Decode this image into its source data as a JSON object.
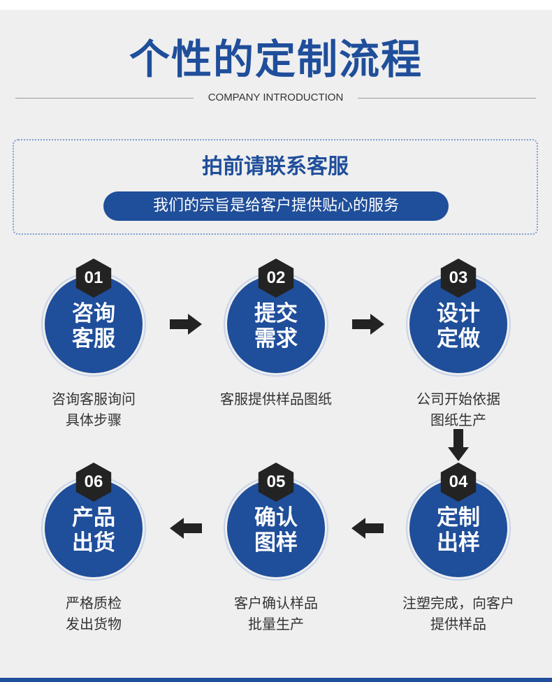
{
  "header": {
    "title": "个性的定制流程",
    "subtitle": "COMPANY INTRODUCTION"
  },
  "notice": {
    "title": "拍前请联系客服",
    "slogan": "我们的宗旨是给客户提供贴心的服务"
  },
  "colors": {
    "brand_blue": "#1f4e9a",
    "badge_black": "#232323",
    "background": "#efefef"
  },
  "steps": [
    {
      "number": "01",
      "title_line1": "咨询",
      "title_line2": "客服",
      "desc_line1": "咨询客服询问",
      "desc_line2": "具体步骤"
    },
    {
      "number": "02",
      "title_line1": "提交",
      "title_line2": "需求",
      "desc_line1": "客服提供样品图纸",
      "desc_line2": ""
    },
    {
      "number": "03",
      "title_line1": "设计",
      "title_line2": "定做",
      "desc_line1": "公司开始依据",
      "desc_line2": "图纸生产"
    },
    {
      "number": "04",
      "title_line1": "定制",
      "title_line2": "出样",
      "desc_line1": "注塑完成，向客户",
      "desc_line2": "提供样品"
    },
    {
      "number": "05",
      "title_line1": "确认",
      "title_line2": "图样",
      "desc_line1": "客户确认样品",
      "desc_line2": "批量生产"
    },
    {
      "number": "06",
      "title_line1": "产品",
      "title_line2": "出货",
      "desc_line1": "严格质检",
      "desc_line2": "发出货物"
    }
  ],
  "arrows": {
    "icon_right": "arrow-right-icon",
    "icon_down": "arrow-down-icon",
    "icon_left": "arrow-left-icon"
  }
}
